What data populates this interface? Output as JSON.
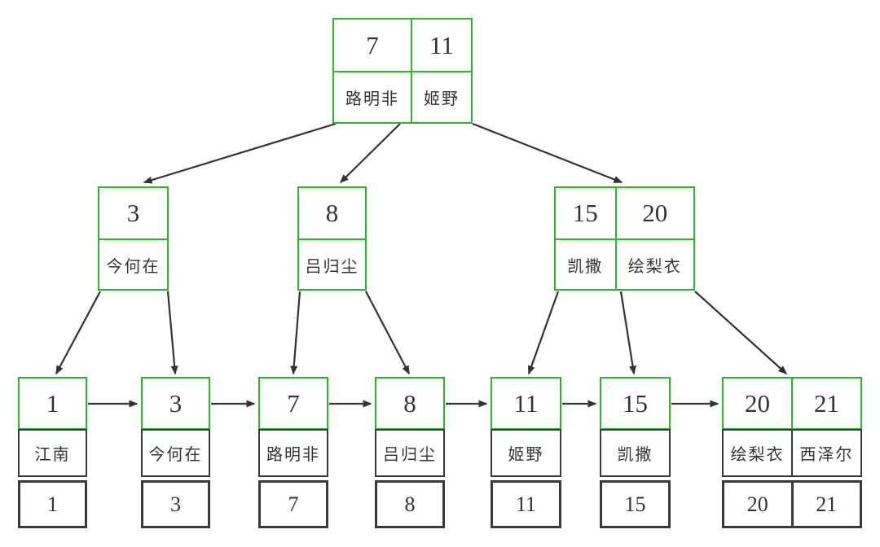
{
  "colors": {
    "green": "#2db52d",
    "dark": "#3a3a3a",
    "arrow": "#333333",
    "text": "#333333",
    "background": "#ffffff"
  },
  "tree": {
    "root": {
      "entries": [
        {
          "key": "7",
          "name": "路明非"
        },
        {
          "key": "11",
          "name": "姬野"
        }
      ]
    },
    "internals": [
      {
        "entries": [
          {
            "key": "3",
            "name": "今何在"
          }
        ]
      },
      {
        "entries": [
          {
            "key": "8",
            "name": "吕归尘"
          }
        ]
      },
      {
        "entries": [
          {
            "key": "15",
            "name": "凯撒"
          },
          {
            "key": "20",
            "name": "绘梨衣"
          }
        ]
      }
    ],
    "leaves": [
      {
        "entries": [
          {
            "key": "1",
            "name": "江南",
            "value": "1"
          }
        ]
      },
      {
        "entries": [
          {
            "key": "3",
            "name": "今何在",
            "value": "3"
          }
        ]
      },
      {
        "entries": [
          {
            "key": "7",
            "name": "路明非",
            "value": "7"
          }
        ]
      },
      {
        "entries": [
          {
            "key": "8",
            "name": "吕归尘",
            "value": "8"
          }
        ]
      },
      {
        "entries": [
          {
            "key": "11",
            "name": "姬野",
            "value": "11"
          }
        ]
      },
      {
        "entries": [
          {
            "key": "15",
            "name": "凯撒",
            "value": "15"
          }
        ]
      },
      {
        "entries": [
          {
            "key": "20",
            "name": "绘梨衣",
            "value": "20"
          },
          {
            "key": "21",
            "name": "西泽尔",
            "value": "21"
          }
        ]
      }
    ]
  }
}
